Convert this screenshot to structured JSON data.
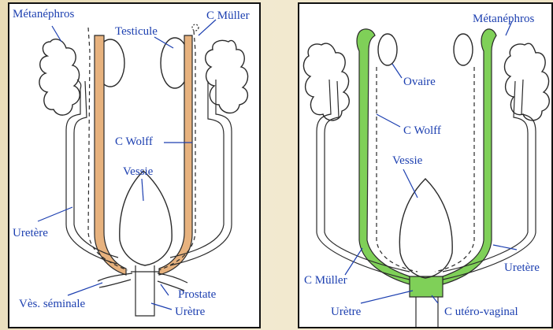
{
  "left_panel": {
    "metanephros": "Métanéphros",
    "testicule": "Testicule",
    "c_muller": "C Müller",
    "c_wolff": "C Wolff",
    "vessie": "Vessie",
    "uretere": "Uretère",
    "prostate": "Prostate",
    "ves_seminale": "Vès. séminale",
    "uretre": "Urètre"
  },
  "right_panel": {
    "metanephros": "Métanéphros",
    "ovaire": "Ovaire",
    "c_wolff": "C Wolff",
    "vessie": "Vessie",
    "uretere": "Uretère",
    "c_muller": "C Müller",
    "uretre": "Urètre",
    "c_utero_vaginal": "C utéro-vaginal"
  },
  "colors": {
    "label_blue": "#1c3fb0",
    "wolff_orange": "#e7b27e",
    "muller_green": "#7fd058",
    "outline": "#2a2a2a"
  }
}
